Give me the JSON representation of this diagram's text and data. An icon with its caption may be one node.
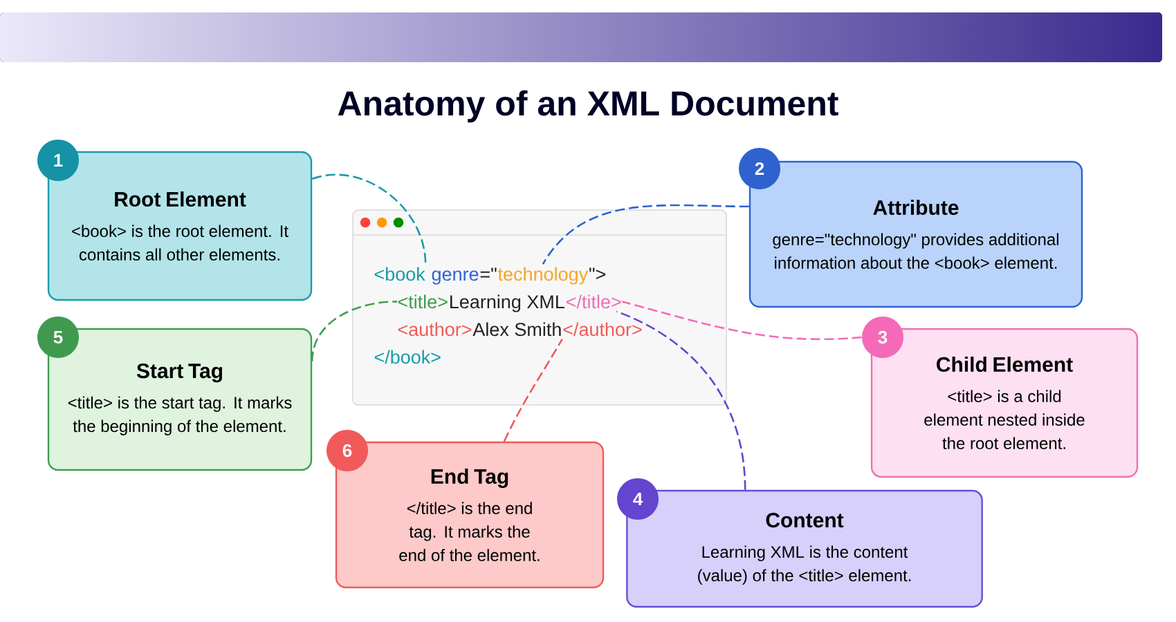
{
  "diagram": {
    "title": "Anatomy of an XML Document",
    "nodes": [
      {
        "text": [
          "1"
        ]
      },
      {
        "text": [
          "Root Element",
          "<book> is the root element. It contains all other elements."
        ]
      },
      {
        "text": [
          "2"
        ]
      },
      {
        "text": [
          "Attribute",
          "genre=\"technology\" provides additional information about the <book> element."
        ]
      },
      {
        "text": [],
        "shape": "box"
      },
      {
        "text": [
          "<book"
        ],
        "in": 4
      },
      {
        "text": [
          "genre"
        ],
        "in": 4
      },
      {
        "text": [
          "=\""
        ],
        "in": 4
      },
      {
        "text": [
          "technology"
        ],
        "in": 4
      },
      {
        "text": [
          "\">"
        ],
        "in": 4
      },
      {
        "text": [
          "<title>"
        ],
        "in": 4
      },
      {
        "text": [
          "Learning XML"
        ],
        "in": 4
      },
      {
        "text": [
          "</title>"
        ],
        "in": 4
      },
      {
        "text": [
          "<author>"
        ],
        "in": 4
      },
      {
        "text": [
          "Alex Smith"
        ],
        "in": 4
      },
      {
        "text": [
          "</author>"
        ],
        "in": 4
      },
      {
        "text": [
          "</book>"
        ],
        "in": 4
      },
      {
        "text": [
          "5"
        ]
      },
      {
        "text": [
          "Start Tag",
          "<title> is the start tag. It marks the beginning of the element."
        ]
      },
      {
        "text": [
          "3"
        ]
      },
      {
        "text": [
          "Child Element",
          "<title> is a child element nested inside the root element."
        ]
      },
      {
        "text": [
          "6"
        ]
      },
      {
        "text": [
          "End Tag",
          "</title> is the end tag. It marks the end of the element."
        ]
      },
      {
        "text": [
          "4"
        ]
      },
      {
        "text": [
          "Content",
          "Learning XML is the content (value) of the <title> element."
        ]
      }
    ],
    "edges": [
      {
        "from": 1,
        "to": 5,
        "arrow": "none",
        "style": "dashed",
        "color": "#1a9aac"
      },
      {
        "from": 3,
        "to": 8,
        "arrow": "none",
        "style": "dashed",
        "color": "#2f63d1"
      },
      {
        "from": 19,
        "to": 12,
        "arrow": "none",
        "style": "dashed",
        "color": "#f06cb8"
      },
      {
        "from": 24,
        "to": 12,
        "arrow": "none",
        "style": "dashed",
        "color": "#6345d0"
      },
      {
        "from": 18,
        "to": 10,
        "arrow": "none",
        "style": "dashed",
        "color": "#3f9d4f"
      },
      {
        "from": 22,
        "to": 15,
        "arrow": "none",
        "style": "dashed",
        "color": "#f05a5a"
      }
    ]
  }
}
